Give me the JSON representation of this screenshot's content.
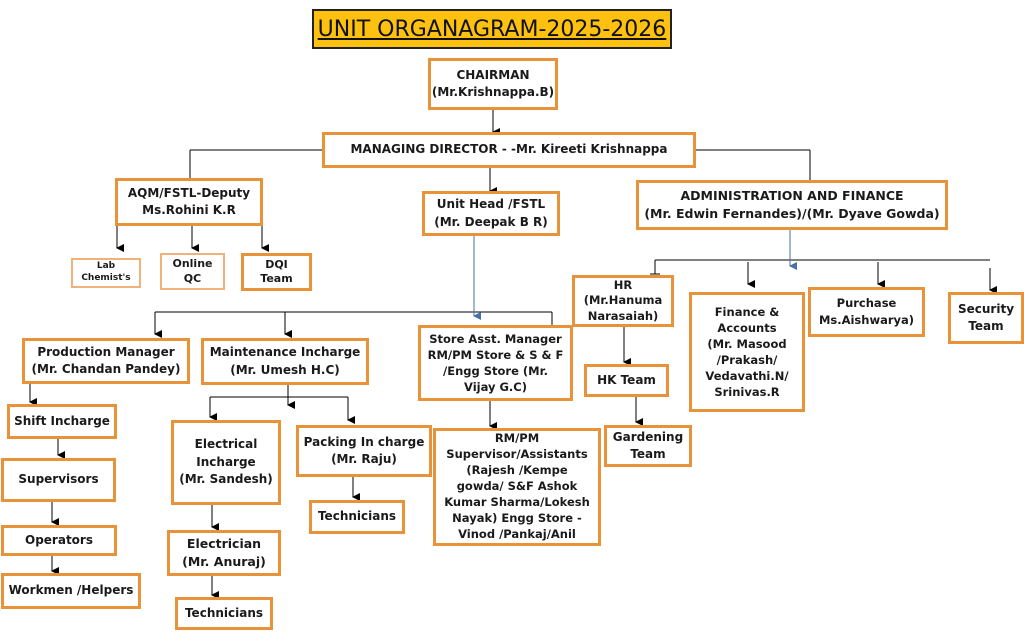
{
  "title": "UNIT ORGANAGRAM-2025-2026",
  "colors": {
    "box_border": "#e8923a",
    "title_bg": "#fec110",
    "connector": "#000000",
    "connector_accent": "#4a6fa5"
  },
  "nodes": {
    "chairman": [
      "CHAIRMAN",
      "(Mr.Krishnappa.B)"
    ],
    "md": [
      "MANAGING DIRECTOR - -Mr. Kireeti Krishnappa"
    ],
    "aqm": [
      "AQM/FSTL-Deputy",
      "Ms.Rohini K.R"
    ],
    "unit_head": [
      "Unit Head /FSTL",
      "(Mr. Deepak B R)"
    ],
    "admin": [
      "ADMINISTRATION AND FINANCE",
      "(Mr. Edwin Fernandes)/(Mr. Dyave Gowda)"
    ],
    "lab": [
      "Lab",
      "Chemist's"
    ],
    "online_qc": [
      "Online",
      "QC"
    ],
    "dqi": [
      "DQI",
      "Team"
    ],
    "hr": [
      "HR",
      "(Mr.Hanuma",
      "Narasaiah)"
    ],
    "finance": [
      "Finance &",
      "Accounts",
      "(Mr. Masood",
      "/Prakash/",
      "Vedavathi.N/",
      "Srinivas.R"
    ],
    "purchase": [
      "Purchase",
      "Ms.Aishwarya)"
    ],
    "security": [
      "Security",
      "Team"
    ],
    "production": [
      "Production Manager",
      "(Mr. Chandan Pandey)"
    ],
    "maintenance": [
      "Maintenance Incharge",
      "(Mr. Umesh H.C)"
    ],
    "store": [
      "Store Asst. Manager",
      "RM/PM Store & S & F",
      "/Engg Store (Mr.",
      "Vijay G.C)"
    ],
    "hk": [
      "HK Team"
    ],
    "gardening": [
      "Gardening",
      "Team"
    ],
    "shift": [
      "Shift Incharge"
    ],
    "supervisors": [
      "Supervisors"
    ],
    "operators": [
      "Operators"
    ],
    "workmen": [
      "Workmen /Helpers"
    ],
    "electrical": [
      "Electrical",
      "Incharge",
      "(Mr. Sandesh)"
    ],
    "electrician": [
      "Electrician",
      "(Mr. Anuraj)"
    ],
    "technicians_elec": [
      "Technicians"
    ],
    "packing": [
      "Packing In charge",
      "(Mr. Raju)"
    ],
    "technicians_pack": [
      "Technicians"
    ],
    "rmpm": [
      "RM/PM",
      "Supervisor/Assistants",
      "(Rajesh /Kempe",
      "gowda/ S&F Ashok",
      "Kumar Sharma/Lokesh",
      "Nayak) Engg Store -",
      "Vinod /Pankaj/Anil"
    ]
  }
}
